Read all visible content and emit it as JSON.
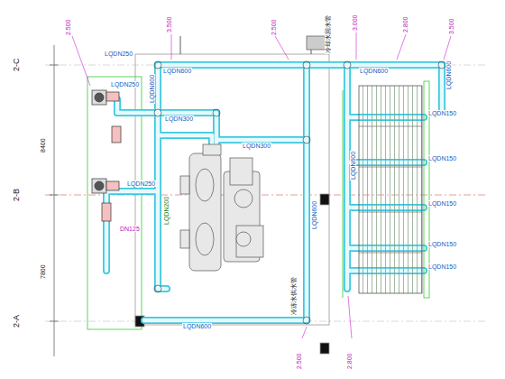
{
  "diagram": {
    "labels": [
      "2-C",
      "2-B",
      "2-A",
      "LQDN600",
      "LQDN600",
      "LQDN250",
      "LQDN250",
      "LQDN300",
      "LQDN300",
      "LQDN600",
      "LQDN250",
      "DN125",
      "LQDN200",
      "LQDN600",
      "LQDN600",
      "LQDN600",
      "LQDN600",
      "LQDN150",
      "LQDN150",
      "LQDN150",
      "LQDN150",
      "LQDN150",
      "2.500",
      "3.500",
      "2.500",
      "3.000",
      "2.800",
      "3.500",
      "2.500",
      "2.800",
      "冷却水回水管",
      "冷冻水供水管",
      "8400",
      "7800"
    ]
  }
}
